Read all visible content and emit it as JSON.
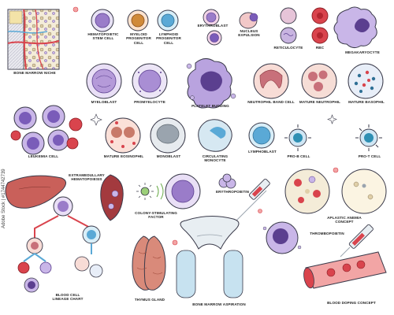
{
  "labels": {
    "bone_marrow_niche": "BONE MARROW NICHE",
    "hematopoietic_stem_cell": "HEMATOPOIETIC\nSTEM CELL",
    "myeloid_progenitor_cell": "MYELOID\nPROGENITOR\nCELL",
    "lymphoid_progenitor_cell": "LYMPHOID\nPROGENITOR\nCELL",
    "erythroblast": "ERYTHROBLAST",
    "nucleus_expulsion": "NUCLEUS\nEXPULSION",
    "reticulocyte": "RETICULOCYTE",
    "rbc": "RBC",
    "megakaryocyte": "MEGAKARYOCYTE",
    "myeloblast": "MYELOBLAST",
    "promyelocyte": "PROMYELOCYTE",
    "platelet_budding": "PLATELET BUDDING",
    "neutrophil_band_cell": "NEUTROPHIL BAND CELL",
    "mature_neutrophil": "MATURE NEUTROPHIL",
    "mature_basophil": "MATURE BASOPHIL",
    "leukemia_cell": "LEUKEMIA CELL",
    "mature_eosinophil": "MATURE EOSINOPHIL",
    "monoblast": "MONOBLAST",
    "circulating_monocyte": "CIRCULATING\nMONOCYTE",
    "lymphoblast": "LYMPHOBLAST",
    "pro_b_cell": "PRO-B CELL",
    "pro_t_cell": "PRO-T CELL",
    "extramedullary_hematopoiesis": "EXTRAMEDULLARY\nHEMATOPOIESIS",
    "erythropoietin": "ERYTHROPOIETIN",
    "colony_stimulating_factor": "COLONY-STIMULATING\nFACTOR",
    "aplastic_anemia_concept": "APLASTIC ANEMIA\nCONCEPT",
    "thrombopoietin": "THROMBOPOIETIN",
    "blood_cell_lineage_chart": "BLOOD CELL\nLINEAGE CHART",
    "thymus_gland": "THYMUS GLAND",
    "bone_marrow_aspiration": "BONE MARROW ASPIRATION",
    "blood_doping_concept": "BLOOD DOPING CONCEPT"
  },
  "watermark": "Adobe Stock | #1744742739",
  "colors": {
    "outline": "#3a3a4a",
    "purple_light": "#c9b6e8",
    "purple_mid": "#9a7cc9",
    "purple_dark": "#5b3f8f",
    "red": "#d9444d",
    "red_light": "#f2a5a5",
    "pink": "#f6d3d0",
    "blue_light": "#bfe0f2",
    "blue_mid": "#5aa9d6",
    "teal": "#2e8fb3",
    "gray_light": "#d8dde2",
    "gray_mid": "#9aa4ae",
    "yellow": "#f3e3a8",
    "green": "#9ccf7a",
    "bone": "#e8e8ee"
  }
}
